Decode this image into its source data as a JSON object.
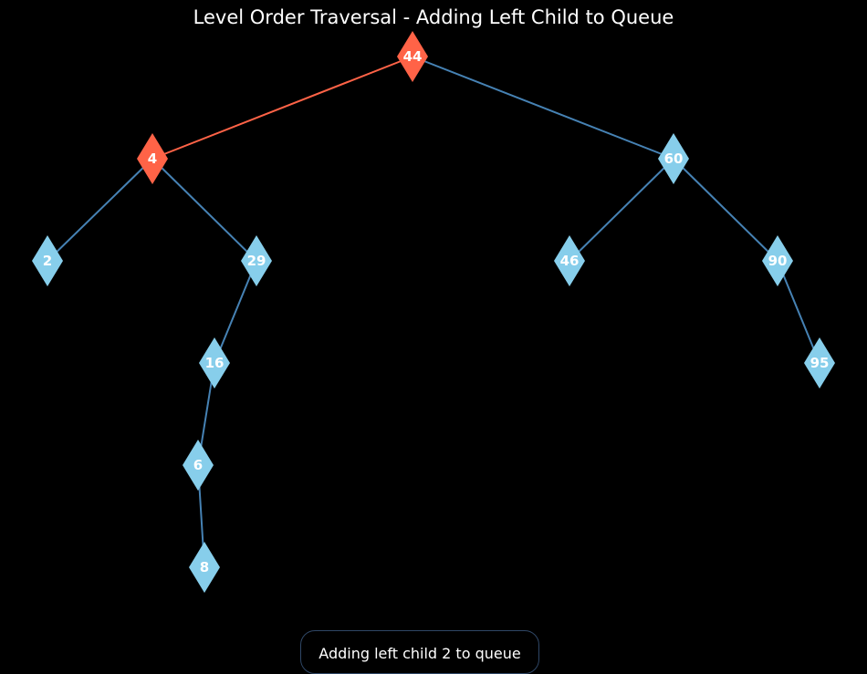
{
  "title": "Level Order Traversal - Adding Left Child to Queue",
  "status_text": "Adding left child 2 to queue",
  "colors": {
    "background": "#000000",
    "node_default": "#87ceeb",
    "node_highlight": "#ff6347",
    "edge_default": "#4682b4",
    "edge_highlight": "#ff6347",
    "label": "#ffffff"
  },
  "tree": {
    "nodes": [
      {
        "id": "44",
        "label": "44",
        "highlighted": true
      },
      {
        "id": "4",
        "label": "4",
        "highlighted": true
      },
      {
        "id": "60",
        "label": "60",
        "highlighted": false
      },
      {
        "id": "2",
        "label": "2",
        "highlighted": false
      },
      {
        "id": "29",
        "label": "29",
        "highlighted": false
      },
      {
        "id": "46",
        "label": "46",
        "highlighted": false
      },
      {
        "id": "90",
        "label": "90",
        "highlighted": false
      },
      {
        "id": "16",
        "label": "16",
        "highlighted": false
      },
      {
        "id": "95",
        "label": "95",
        "highlighted": false
      },
      {
        "id": "6",
        "label": "6",
        "highlighted": false
      },
      {
        "id": "8",
        "label": "8",
        "highlighted": false
      }
    ],
    "edges": [
      {
        "from": "44",
        "to": "4",
        "highlighted": true
      },
      {
        "from": "44",
        "to": "60",
        "highlighted": false
      },
      {
        "from": "4",
        "to": "2",
        "highlighted": false
      },
      {
        "from": "4",
        "to": "29",
        "highlighted": false
      },
      {
        "from": "60",
        "to": "46",
        "highlighted": false
      },
      {
        "from": "60",
        "to": "90",
        "highlighted": false
      },
      {
        "from": "29",
        "to": "16",
        "highlighted": false
      },
      {
        "from": "90",
        "to": "95",
        "highlighted": false
      },
      {
        "from": "16",
        "to": "6",
        "highlighted": false
      },
      {
        "from": "6",
        "to": "8",
        "highlighted": false
      }
    ]
  }
}
